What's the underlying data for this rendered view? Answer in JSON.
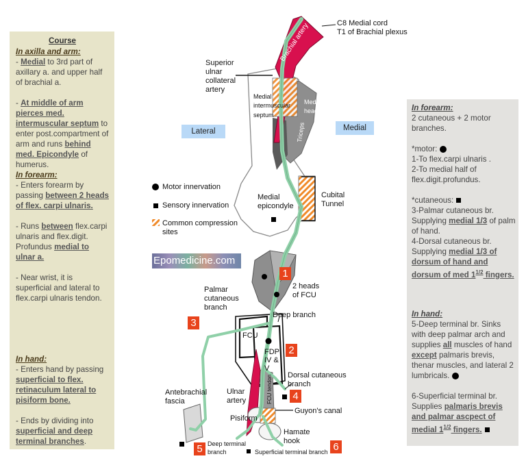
{
  "left_panel": {
    "title": "Course",
    "axilla_heading": "In axilla and arm:",
    "axilla_1a": "- ",
    "axilla_1b": "Medial",
    "axilla_1c": " to 3rd part of axillary a. and upper half of brachial a.",
    "axilla_2a": "- ",
    "axilla_2b": "At middle of arm pierces med. intermuscular septum",
    "axilla_2c": " to enter post.compartment of arm and runs ",
    "axilla_2d": "behind med. Epicondyle",
    "axilla_2e": " of humerus.",
    "forearm_heading": "In forearm:",
    "forearm_1a": "- Enters forearm by passing ",
    "forearm_1b": "between 2 heads of flex. carpi ulnaris.",
    "forearm_2a": "- Runs ",
    "forearm_2b": "between",
    "forearm_2c": " flex.carpi ulnaris and flex.digit. Profundus ",
    "forearm_2d": "medial to ulnar a.",
    "forearm_3": "- Near wrist, it is superficial and lateral to flex.carpi ulnaris tendon.",
    "hand_heading": "In hand:",
    "hand_1a": "- Enters hand by passing ",
    "hand_1b": "superficial to flex. retinaculum lateral to pisiform bone.",
    "hand_2a": "- Ends by dividing into ",
    "hand_2b": "superficial and deep terminal branches",
    "hand_2c": "."
  },
  "right_panel": {
    "forearm_heading": "In forearm:",
    "intro": "2 cutaneous + 2 motor branches.",
    "motor": "*motor:",
    "m1": "1-To flex.carpi ulnaris .",
    "m2": "2-To medial half of flex.digit.profundus.",
    "cutaneous": "*cutaneous:",
    "c3a": "3-Palmar cutaneous br. Supplying ",
    "c3b": "medial 1/3",
    "c3c": " of palm of hand.",
    "c4a": "4-Dorsal cutaneous br. Supplying ",
    "c4b": "medial 1/3 of dorsum of hand and dorsum of med 1",
    "c4sup": "1/2",
    "c4c": " fingers.",
    "hand_heading": "In hand:",
    "h5a": "5-Deep terminal br. Sinks with deep palmar arch and supplies ",
    "h5b": "all",
    "h5c": " muscles of hand ",
    "h5d": "except",
    "h5e": " palmaris brevis, thenar muscles, and lateral 2 lumbricals.",
    "h6a": "6-Superficial terminal br. Supplies ",
    "h6b": "palmaris brevis and palmar ascpect of medial 1",
    "h6sup": "1/2",
    "h6c": " fingers."
  },
  "diagram": {
    "lateral": "Lateral",
    "medial": "Medial",
    "c8": "C8 Medial cord",
    "t1": "T1 of Brachial plexus",
    "brachial_artery": "Brachial artery",
    "sup_ulnar_1": "Superior",
    "sup_ulnar_2": "ulnar",
    "sup_ulnar_3": "collateral",
    "sup_ulnar_4": "artery",
    "med_intermusc_1": "Medial",
    "med_intermusc_2": "intermuscular",
    "med_intermusc_3": "septum",
    "medial_head_1": "Medial",
    "medial_head_2": "head",
    "triceps": "Triceps",
    "cubital_1": "Cubital",
    "cubital_2": "Tunnel",
    "medial_epicondyle_1": "Medial",
    "medial_epicondyle_2": "epicondyle",
    "legend_motor": "Motor innervation",
    "legend_sensory": "Sensory innervation",
    "legend_compression_1": "Common compression",
    "legend_compression_2": "sites",
    "watermark": "Epomedicine.com",
    "two_heads_1": "2 heads",
    "two_heads_2": "of FCU",
    "palmar_cut_1": "Palmar",
    "palmar_cut_2": "cutaneous",
    "palmar_cut_3": "branch",
    "deep_branch": "Deep branch",
    "fcu": "FCU",
    "fdp_1": "FDP",
    "fdp_2": "IV &",
    "fdp_3": "V",
    "dorsal_cut_1": "Dorsal cutaneous",
    "dorsal_cut_2": "branch",
    "fcu_tendon": "FCU tendon",
    "antebrachial_1": "Antebrachial",
    "antebrachial_2": "fascia",
    "ulnar_artery_1": "Ulnar",
    "ulnar_artery_2": "artery",
    "guyon": "Guyon's canal",
    "pisiform": "Pisiform",
    "hamate_1": "Hamate",
    "hamate_2": "hook",
    "deep_terminal_1": "Deep terminal",
    "deep_terminal_2": "branch",
    "superficial_terminal": "Superficial terminal branch",
    "n1": "1",
    "n2": "2",
    "n3": "3",
    "n4": "4",
    "n5": "5",
    "n6": "6"
  },
  "colors": {
    "nerve": "#8fd0a8",
    "artery": "#d8104e",
    "muscle": "#8e8e8e",
    "left_panel": "#e7e4c9",
    "right_panel": "#e3e2df",
    "badge": "#e8431c",
    "tag": "#b9d9f7",
    "compression": "#f08a2a"
  }
}
